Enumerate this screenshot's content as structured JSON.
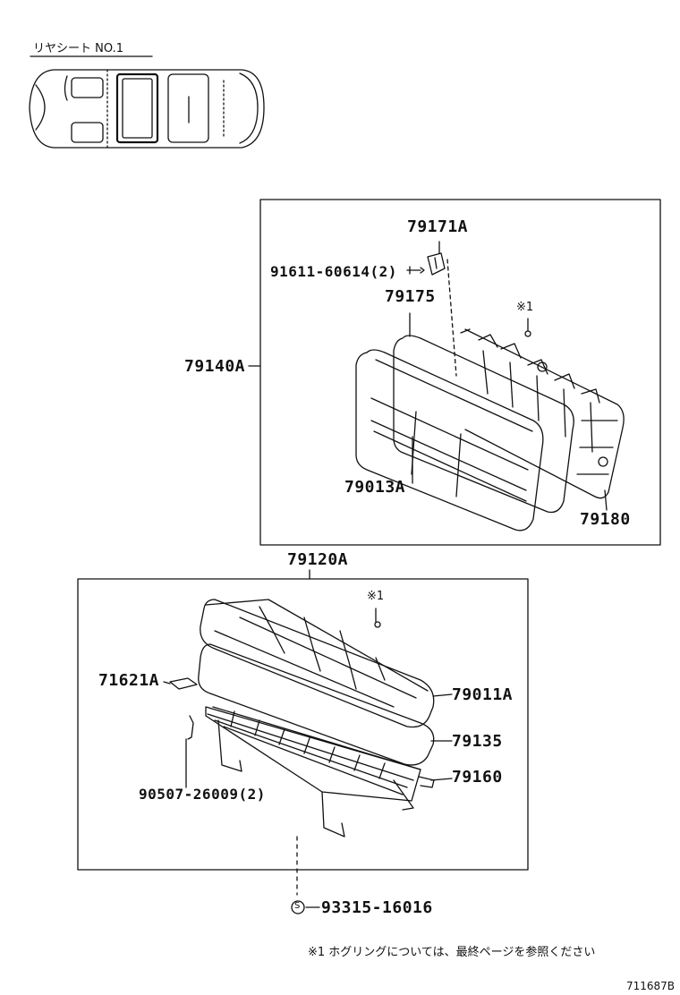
{
  "header": {
    "title": "リヤシート NO.1"
  },
  "upper_group": {
    "assembly": "79140A",
    "parts": {
      "p79171A": "79171A",
      "p91611": "91611-60614(2)",
      "p79175": "79175",
      "note_mark": "※1",
      "p79013A": "79013A",
      "p79180": "79180"
    }
  },
  "lower_group": {
    "assembly": "79120A",
    "parts": {
      "note_mark": "※1",
      "p71621A": "71621A",
      "p79011A": "79011A",
      "p79135": "79135",
      "p79160": "79160",
      "p90507": "90507-26009(2)"
    }
  },
  "bottom_part": {
    "symbol": "S",
    "number": "93315-16016"
  },
  "footnote": "※1 ホグリングについては、最終ページを参照ください",
  "diagram_code": "711687B"
}
